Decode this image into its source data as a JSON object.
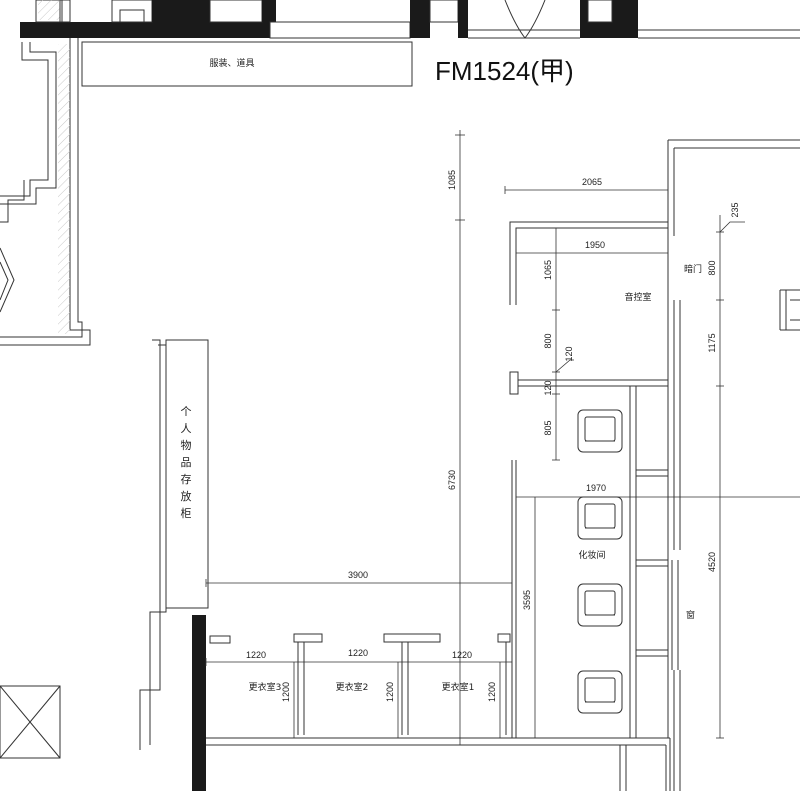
{
  "door_code": "FM1524(甲)",
  "rooms": {
    "costume_props": "服装、道具",
    "personal_storage": [
      "个",
      "人",
      "物",
      "品",
      "存",
      "放",
      "柜"
    ],
    "sound_control": "音控室",
    "makeup_room": "化妆间",
    "dressing_1": "更衣室1",
    "dressing_2": "更衣室2",
    "dressing_3": "更衣室3",
    "dark_door": "暗门",
    "window": "窗"
  },
  "dimensions": {
    "d1085": "1085",
    "d6730": "6730",
    "d2065": "2065",
    "d1950": "1950",
    "d1065": "1065",
    "d800a": "800",
    "d120a": "120",
    "d120b": "120",
    "d805": "805",
    "d1970": "1970",
    "d3595": "3595",
    "d3900": "3900",
    "d1220a": "1220",
    "d1220b": "1220",
    "d1220c": "1220",
    "d1200a": "1200",
    "d1200b": "1200",
    "d1200c": "1200",
    "d235": "235",
    "d800b": "800",
    "d1175": "1175",
    "d4520": "4520"
  },
  "colors": {
    "wall": "#1a1a1a",
    "line": "#333333",
    "hatch": "#bbbbbb"
  }
}
